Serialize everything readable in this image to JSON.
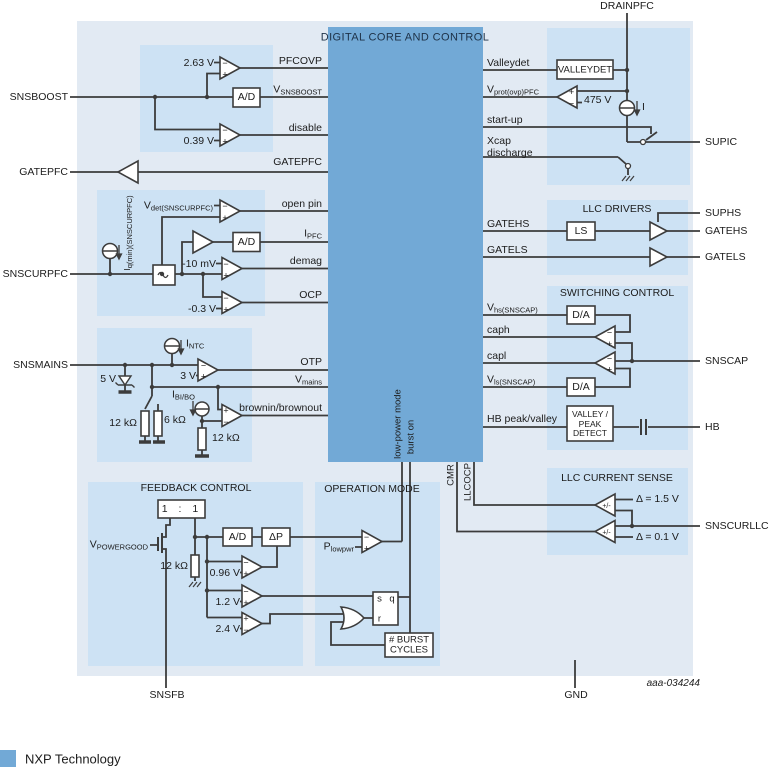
{
  "legend": {
    "label": "NXP Technology"
  },
  "figure_id": "aaa-034244",
  "signs": {
    "plus": "+",
    "minus": "−",
    "pm": "+/-"
  },
  "core": {
    "title": "DIGITAL CORE AND CONTROL",
    "left_pins": {
      "pfcovp": "PFCOVP",
      "vsnsboost": {
        "main": "V",
        "sub": "SNSBOOST"
      },
      "disable": "disable",
      "gatepfc": "GATEPFC",
      "open_pin": "open pin",
      "ipfc": {
        "main": "I",
        "sub": "PFC"
      },
      "demag": "demag",
      "ocp": "OCP",
      "otp": "OTP",
      "vmains": {
        "main": "V",
        "sub": "mains"
      },
      "brown": "brownin/brownout"
    },
    "right_pins": {
      "valleydet": "Valleydet",
      "vprot": {
        "main": "V",
        "sub": "prot(ovp)PFC"
      },
      "startup": "start-up",
      "xcap1": "Xcap",
      "xcap2": "discharge",
      "gatehs": "GATEHS",
      "gatels": "GATELS",
      "vhs": {
        "main": "V",
        "sub": "hs(SNSCAP)"
      },
      "caph": "caph",
      "capl": "capl",
      "vls": {
        "main": "V",
        "sub": "ls(SNSCAP)"
      },
      "hbpv": "HB peak/valley"
    },
    "bottom_pins": {
      "low_power": "low-power mode",
      "burst_on": "burst on",
      "cmr": "CMR",
      "llcocp": "LLCOCP"
    }
  },
  "external_pins": {
    "snsboost": "SNSBOOST",
    "gatepfc": "GATEPFC",
    "snscurpfc": "SNSCURPFC",
    "snsmains": "SNSMAINS",
    "snsfb": "SNSFB",
    "gnd": "GND",
    "drainpfc": "DRAINPFC",
    "supic": "SUPIC",
    "suphs": "SUPHS",
    "gatehs": "GATEHS",
    "gatels": "GATELS",
    "snscap": "SNSCAP",
    "hb": "HB",
    "snscurllc": "SNSCURLLC"
  },
  "pfc_sense": {
    "v263": "2.63 V",
    "v039": "0.39 V",
    "adc": "A/D"
  },
  "snscurpfc_panel": {
    "vdet": {
      "main": "V",
      "sub": "det(SNSCURPFC)"
    },
    "iq": {
      "main": "I",
      "sub": "q(min)(SNSCURPFC)"
    },
    "mv10": "-10 mV",
    "v03": "-0.3 V",
    "adc": "A/D"
  },
  "snsmains_panel": {
    "intc": {
      "main": "I",
      "sub": "NTC"
    },
    "v3": "3 V",
    "v5": "5 V",
    "r12k_left": "12 kΩ",
    "r6k": "6 kΩ",
    "ibibo": {
      "main": "I",
      "sub": "BI/BO"
    },
    "r12k_right": "12 kΩ"
  },
  "feedback": {
    "title": "FEEDBACK CONTROL",
    "ratio": "1 : 1",
    "vpowergood": {
      "main": "V",
      "sub": "POWERGOOD"
    },
    "r12k": "12 kΩ",
    "adc": "A/D",
    "dp": "ΔP",
    "v096": "0.96 V",
    "v12": "1.2 V",
    "v24": "2.4 V"
  },
  "operation": {
    "title": "OPERATION MODE",
    "plowpwr": {
      "main": "P",
      "sub": "lowpwr"
    },
    "s": "s",
    "q": "q",
    "r": "r",
    "burst1": "# BURST",
    "burst2": "CYCLES"
  },
  "hv": {
    "valleydet_box": "VALLEYDET",
    "v475": "475 V",
    "isrc": "I"
  },
  "llc_drivers": {
    "title": "LLC DRIVERS",
    "ls": "LS"
  },
  "switching": {
    "title": "SWITCHING CONTROL",
    "da1": "D/A",
    "da2": "D/A",
    "vpd": [
      "VALLEY /",
      "PEAK",
      "DETECT"
    ]
  },
  "llc_sense": {
    "title": "LLC CURRENT SENSE",
    "d15": "Δ = 1.5 V",
    "d01": "Δ = 0.1 V"
  }
}
